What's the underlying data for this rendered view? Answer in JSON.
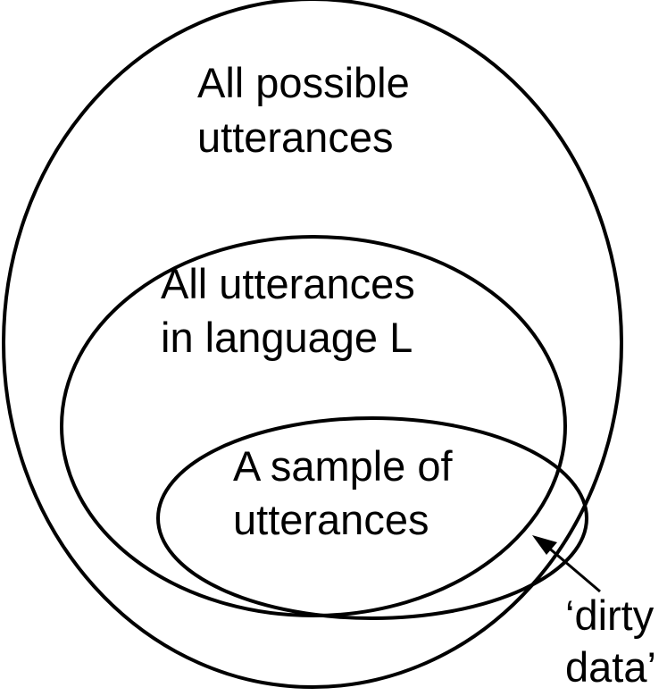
{
  "diagram": {
    "outer_set": {
      "line1": "All possible",
      "line2": "utterances"
    },
    "middle_set": {
      "line1": "All utterances",
      "line2": "in language L"
    },
    "inner_set": {
      "line1": "A sample of",
      "line2": "utterances"
    },
    "annotation": {
      "line1": "‘dirty",
      "line2": "data’"
    },
    "colors": {
      "stroke": "#000000",
      "background": "#ffffff"
    }
  }
}
